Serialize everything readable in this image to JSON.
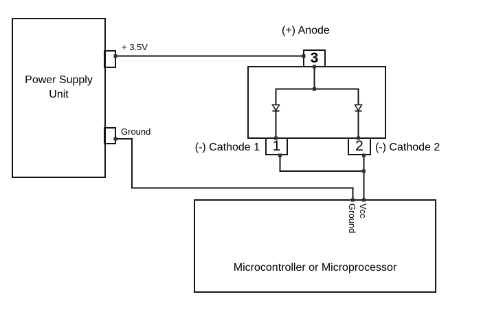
{
  "diagram": {
    "psu": {
      "label_line1": "Power Supply",
      "label_line2": "Unit",
      "terminal_v35_label": "+ 3.5V",
      "terminal_ground_label": "Ground"
    },
    "led_package": {
      "anode_label": "(+) Anode",
      "pin3_label": "3",
      "pin1_label": "1",
      "pin2_label": "2",
      "cathode1_label": "(-) Cathode 1",
      "cathode2_label": "(-) Cathode 2"
    },
    "micro": {
      "label": "Microcontroller or Microprocessor",
      "pin_vcc_label": "Vcc",
      "pin_ground_label": "Ground"
    },
    "colors": {
      "line": "#161616",
      "junction": "#1d3f1f",
      "text": "#000000",
      "background": "#ffffff"
    }
  }
}
